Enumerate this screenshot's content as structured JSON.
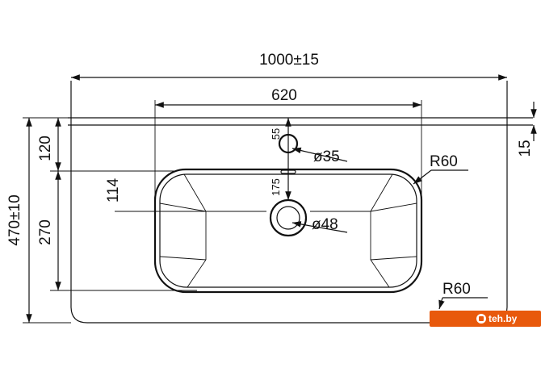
{
  "dimensions": {
    "overall_width": "1000±15",
    "basin_width": "620",
    "overall_depth": "470±10",
    "top_offset": "120",
    "basin_depth": "270",
    "tap_offset": "55",
    "tap_hole": "ø35",
    "top_thickness": "15",
    "drain_offset": "175",
    "drain_hole": "ø48",
    "side_offset": "114",
    "basin_radius": "R60",
    "corner_radius": "R60"
  },
  "brand": {
    "label": "teh.by",
    "color": "#e8590c"
  }
}
